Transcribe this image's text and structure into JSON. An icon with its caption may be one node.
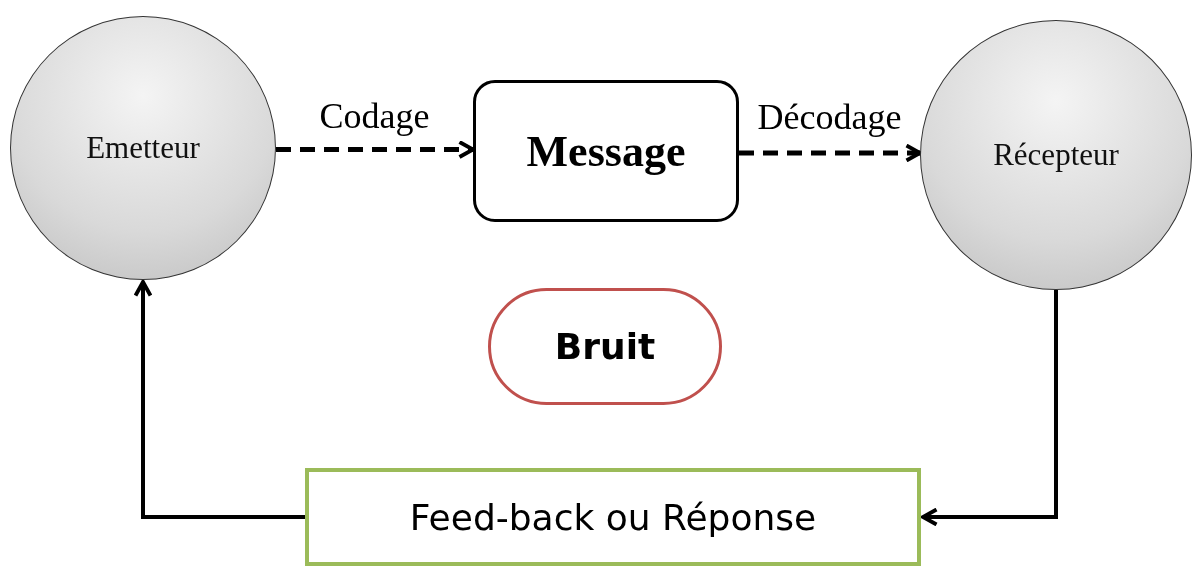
{
  "diagram": {
    "nodes": [
      {
        "text": [
          "Emetteur"
        ]
      },
      {
        "text": [
          "Message"
        ]
      },
      {
        "text": [
          "Récepteur"
        ]
      },
      {
        "text": [
          "Bruit"
        ]
      },
      {
        "text": [
          "Feed-back ou Réponse"
        ]
      }
    ],
    "edges": [
      {
        "from": 0,
        "to": 1,
        "arrow": "to",
        "label": "Codage",
        "style": "dashed"
      },
      {
        "from": 1,
        "to": 2,
        "arrow": "to",
        "label": "Décodage",
        "style": "dashed"
      },
      {
        "from": 2,
        "to": 4,
        "arrow": "to"
      },
      {
        "from": 4,
        "to": 0,
        "arrow": "to"
      }
    ]
  }
}
